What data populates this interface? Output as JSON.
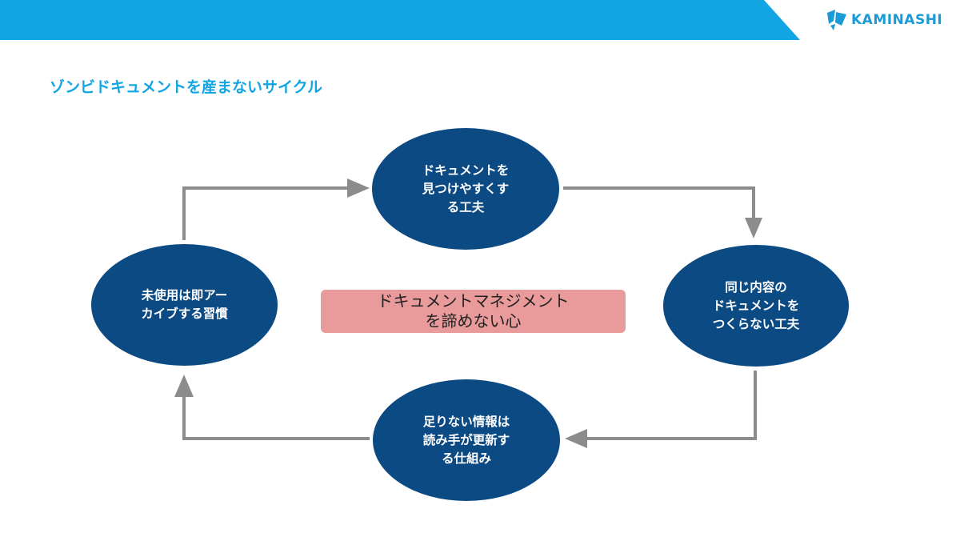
{
  "header": {
    "logo_text": "KAMINASHI",
    "band_color": "#12a5e3"
  },
  "title": "ゾンビドキュメントを産まないサイクル",
  "cycle": {
    "node_color": "#0c4a84",
    "arrow_color": "#8c8c8c",
    "nodes": [
      {
        "id": "top",
        "label": "ドキュメントを\n見つけやすくす\nる工夫"
      },
      {
        "id": "right",
        "label": "同じ内容の\nドキュメントを\nつくらない工夫"
      },
      {
        "id": "bottom",
        "label": "足りない情報は\n読み手が更新す\nる仕組み"
      },
      {
        "id": "left",
        "label": "未使用は即アー\nカイブする習慣"
      }
    ],
    "flow": [
      "top",
      "right",
      "bottom",
      "left",
      "top"
    ]
  },
  "center": {
    "label": "ドキュメントマネジメント\nを諦めない心",
    "color": "#e99a9a"
  }
}
